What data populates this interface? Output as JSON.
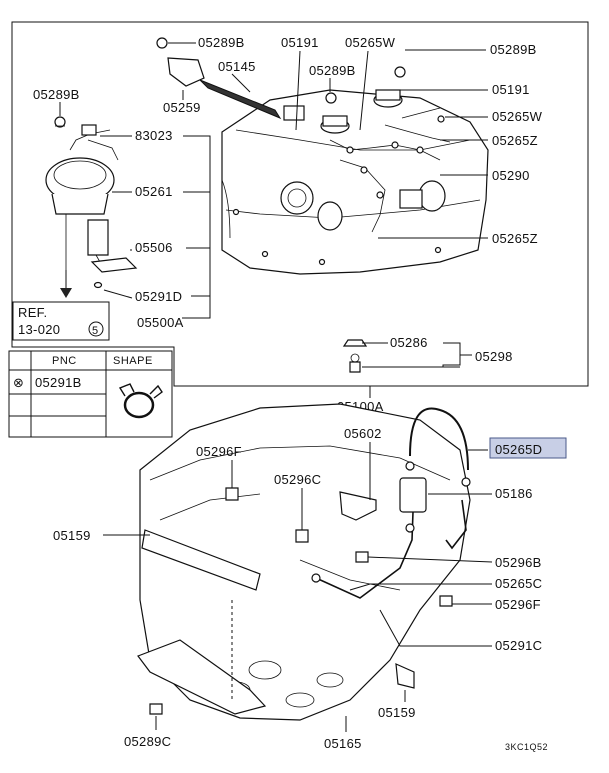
{
  "diagram": {
    "code": "3KC1Q52",
    "upper_labels": {
      "p05289B_a": "05289B",
      "p05191_a": "05191",
      "p05265W_a": "05265W",
      "p05289B_b": "05289B",
      "p05145": "05145",
      "p05289B_c": "05289B",
      "p05191_b": "05191",
      "p05259": "05259",
      "p05289B_d": "05289B",
      "p05265W_b": "05265W",
      "p83023": "83023",
      "p05265Z_a": "05265Z",
      "p05261": "05261",
      "p05290": "05290",
      "p05506": "05506",
      "p05265Z_b": "05265Z",
      "p05291D": "05291D",
      "p05500A": "05500A",
      "p05286": "05286",
      "p05298": "05298",
      "p05100A": "05100A"
    },
    "ref": {
      "line1": "REF.",
      "line2": "13-020",
      "circle": "5"
    },
    "table": {
      "headers": [
        "PNC",
        "SHAPE"
      ],
      "symbol": "⊗",
      "row_pnc": "05291B"
    },
    "lower_labels": {
      "p05602": "05602",
      "p05265D": "05265D",
      "p05296F_a": "05296F",
      "p05296C": "05296C",
      "p05186": "05186",
      "p05159_a": "05159",
      "p05296B": "05296B",
      "p05265C": "05265C",
      "p05296F_b": "05296F",
      "p05291C": "05291C",
      "p05159_b": "05159",
      "p05289C": "05289C",
      "p05165": "05165"
    },
    "highlight_color": "#c8cfe6"
  }
}
